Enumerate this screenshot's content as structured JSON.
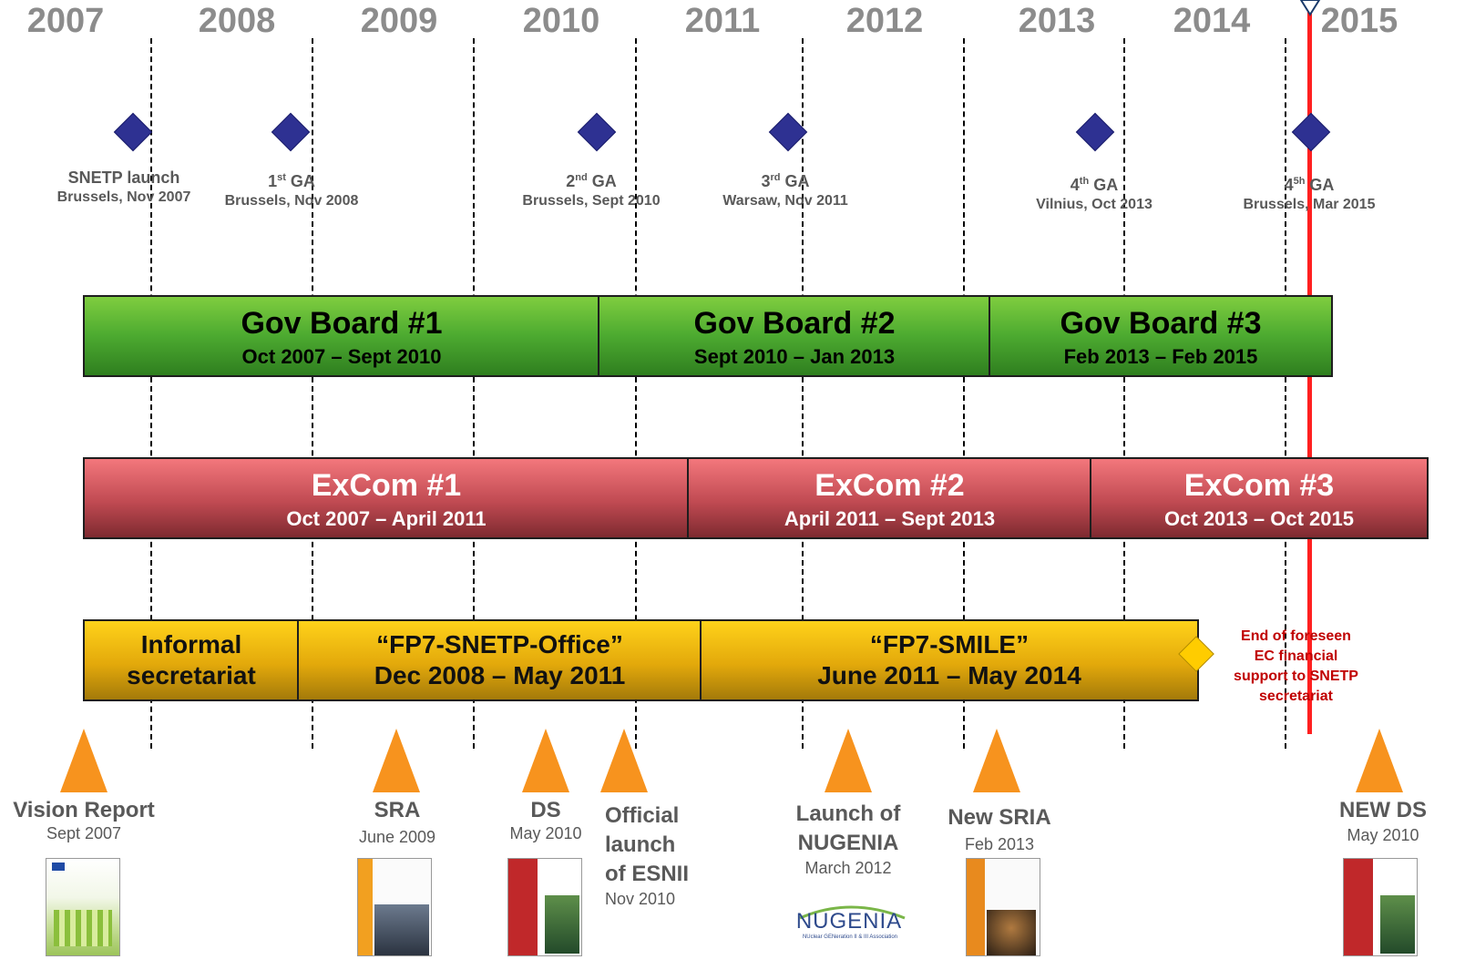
{
  "years": [
    "2007",
    "2008",
    "2009",
    "2010",
    "2011",
    "2012",
    "2013",
    "2014",
    "2015"
  ],
  "general_assemblies": [
    {
      "title": "SNETP launch",
      "sup": "",
      "title_rest": "",
      "sub": "Brussels, Nov 2007"
    },
    {
      "title": "1",
      "sup": "st",
      "title_rest": " GA",
      "sub": "Brussels, Nov 2008"
    },
    {
      "title": "2",
      "sup": "nd",
      "title_rest": " GA",
      "sub": "Brussels, Sept 2010"
    },
    {
      "title": "3",
      "sup": "rd",
      "title_rest": " GA",
      "sub": "Warsaw, Nov 2011"
    },
    {
      "title": "4",
      "sup": "th",
      "title_rest": " GA",
      "sub": "Vilnius, Oct 2013"
    },
    {
      "title": "4",
      "sup": "5h",
      "title_rest": " GA",
      "sub": "Brussels, Mar 2015"
    }
  ],
  "gov_boards": [
    {
      "name": "Gov Board #1",
      "period": "Oct 2007 – Sept 2010"
    },
    {
      "name": "Gov Board #2",
      "period": "Sept 2010 – Jan 2013"
    },
    {
      "name": "Gov Board #3",
      "period": "Feb 2013 – Feb 2015"
    }
  ],
  "excoms": [
    {
      "name": "ExCom #1",
      "period": "Oct 2007 – April 2011"
    },
    {
      "name": "ExCom #2",
      "period": "April 2011 – Sept 2013"
    },
    {
      "name": "ExCom #3",
      "period": "Oct 2013 – Oct 2015"
    }
  ],
  "secretariat": [
    {
      "name": "Informal",
      "period": "secretariat"
    },
    {
      "name": "“FP7-SNETP-Office”",
      "period": "Dec 2008 – May 2011"
    },
    {
      "name": "“FP7-SMILE”",
      "period": "June 2011 – May 2014"
    }
  ],
  "end_note": {
    "lines": [
      "End of foreseen",
      "EC financial",
      "support to SNETP",
      "secretariat"
    ],
    "color": "#c00000"
  },
  "documents": [
    {
      "title": "Vision Report",
      "sub": "Sept 2007"
    },
    {
      "title": "SRA",
      "sub": "June 2009"
    },
    {
      "title": "DS",
      "sub": "May 2010"
    },
    {
      "title": "Official launch of ESNII",
      "sub": "Nov 2010"
    },
    {
      "title": "Launch of NUGENIA",
      "sub": "March 2012"
    },
    {
      "title": "New SRIA",
      "sub": "Feb 2013"
    },
    {
      "title": "NEW DS",
      "sub": "May 2010"
    }
  ],
  "official_lines": [
    "Official",
    "launch",
    "of ESNII"
  ],
  "nugenia_lines": [
    "Launch of",
    "NUGENIA"
  ],
  "logo": {
    "text": "NUGENIA",
    "tagline": "NUclear GENeration II & III Association"
  },
  "colors": {
    "diamond": "#2e3192",
    "triangle": "#f7931e",
    "current": "#ff0000",
    "year": "#8c8c8c"
  }
}
